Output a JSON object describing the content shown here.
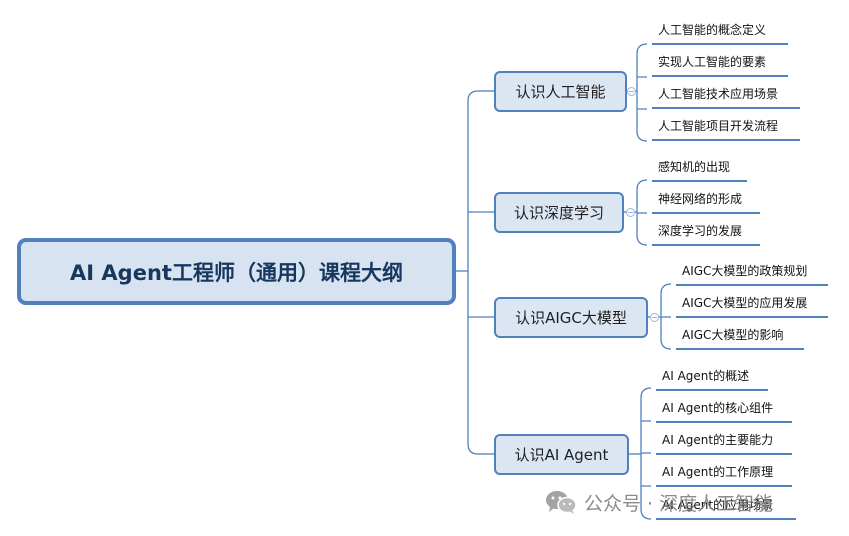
{
  "diagram": {
    "root": {
      "label": "AI Agent工程师（通用）课程大纲"
    },
    "branches": [
      {
        "label": "认识人工智能",
        "items": [
          "人工智能的概念定义",
          "实现人工智能的要素",
          "人工智能技术应用场景",
          "人工智能项目开发流程"
        ]
      },
      {
        "label": "认识深度学习",
        "items": [
          "感知机的出现",
          "神经网络的形成",
          "深度学习的发展"
        ]
      },
      {
        "label": "认识AIGC大模型",
        "items": [
          "AIGC大模型的政策规划",
          "AIGC大模型的应用发展",
          "AIGC大模型的影响"
        ]
      },
      {
        "label": "认识AI Agent",
        "items": [
          "AI Agent的概述",
          "AI Agent的核心组件",
          "AI Agent的主要能力",
          "AI Agent的工作原理",
          "AI Agent的应用场景"
        ]
      }
    ]
  },
  "colors": {
    "accent": "#4f81bd",
    "root_fill": "#d7e3f1",
    "branch_fill": "#dce6f2",
    "root_text": "#17375e"
  },
  "watermark": {
    "icon": "wechat-icon",
    "text": "公众号 · 深度人工智能"
  }
}
